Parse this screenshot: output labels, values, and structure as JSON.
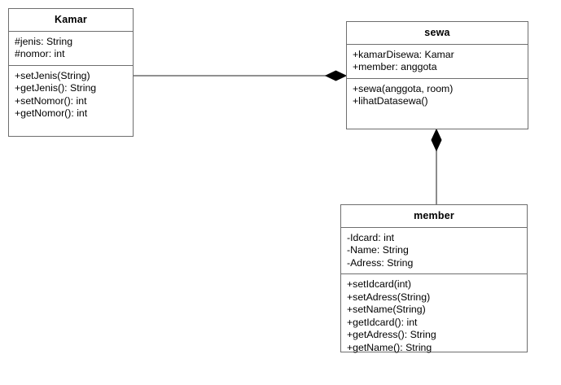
{
  "diagram": {
    "type": "uml-class-diagram",
    "background_color": "#ffffff",
    "border_color": "#6e6e6e",
    "line_color": "#4d4d4d",
    "marker_color": "#000000"
  },
  "classes": [
    {
      "id": "kamar",
      "name": "Kamar",
      "attributes": [
        "#jenis: String",
        "#nomor: int"
      ],
      "methods": [
        "+setJenis(String)",
        "+getJenis(): String",
        "+setNomor(): int",
        "+getNomor(): int"
      ]
    },
    {
      "id": "sewa",
      "name": "sewa",
      "attributes": [
        "+kamarDisewa: Kamar",
        "+member: anggota"
      ],
      "methods": [
        "+sewa(anggota, room)",
        "+lihatDatasewa()"
      ]
    },
    {
      "id": "member",
      "name": "member",
      "attributes": [
        "-Idcard: int",
        "-Name: String",
        "-Adress: String"
      ],
      "methods": [
        "+setIdcard(int)",
        "+setAdress(String)",
        "+setName(String)",
        "+getIdcard(): int",
        "+getAdress(): String",
        "+getName(): String"
      ]
    }
  ],
  "relationships": [
    {
      "id": "kamar-sewa",
      "kind": "composition",
      "source": "Kamar",
      "target": "sewa",
      "marker": "filled-diamond",
      "marker_at": "target"
    },
    {
      "id": "member-sewa",
      "kind": "composition",
      "source": "member",
      "target": "sewa",
      "marker": "filled-diamond",
      "marker_at": "target"
    }
  ]
}
